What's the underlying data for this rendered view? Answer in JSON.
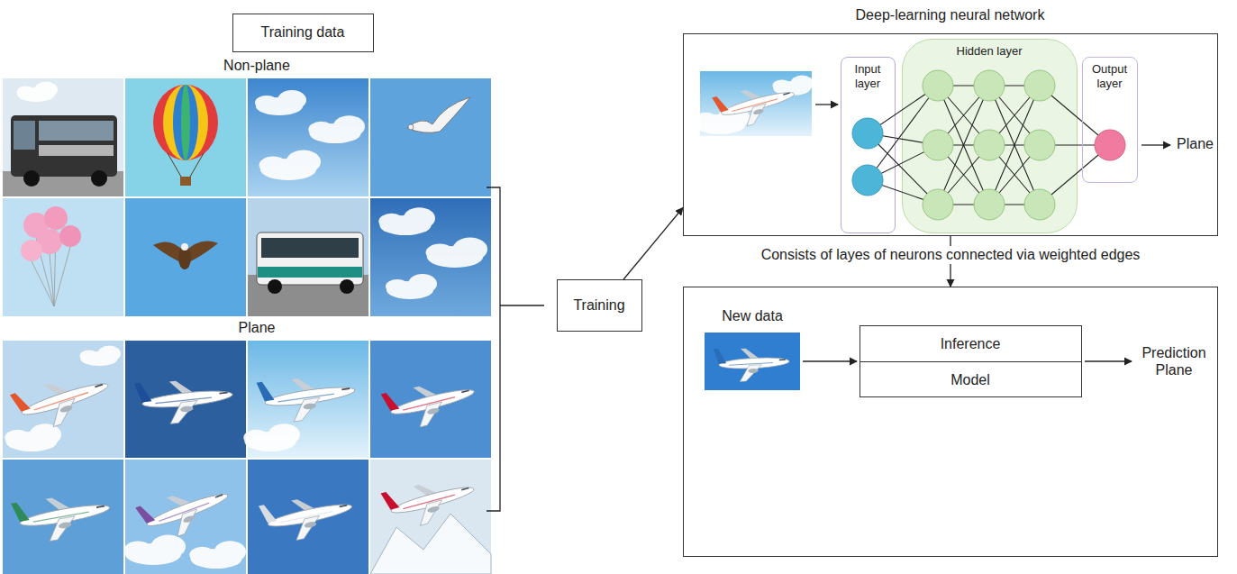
{
  "diagram": {
    "nodes": [
      {
        "text": [
          "Training data"
        ]
      },
      {
        "text": [
          "Training"
        ]
      },
      {
        "text": [
          "Deep-learning neural network"
        ]
      },
      {
        "text": [
          "Input layer"
        ],
        "in": 2
      },
      {
        "text": [
          "Hidden layer"
        ],
        "in": 2
      },
      {
        "text": [
          "Output layer"
        ],
        "in": 2
      },
      {
        "text": [
          "New data",
          "Prediction Plane"
        ]
      },
      {
        "text": [
          "Inference",
          "Model"
        ],
        "in": 6
      }
    ],
    "edges": [
      {
        "from": 1,
        "to": 2,
        "arrow": "to"
      },
      {
        "from": 2,
        "to": 6,
        "arrow": "to"
      }
    ],
    "labels": [
      "Non-plane",
      "Plane",
      "Plane",
      "Consists of layes of neurons connected via weighted edges"
    ]
  }
}
